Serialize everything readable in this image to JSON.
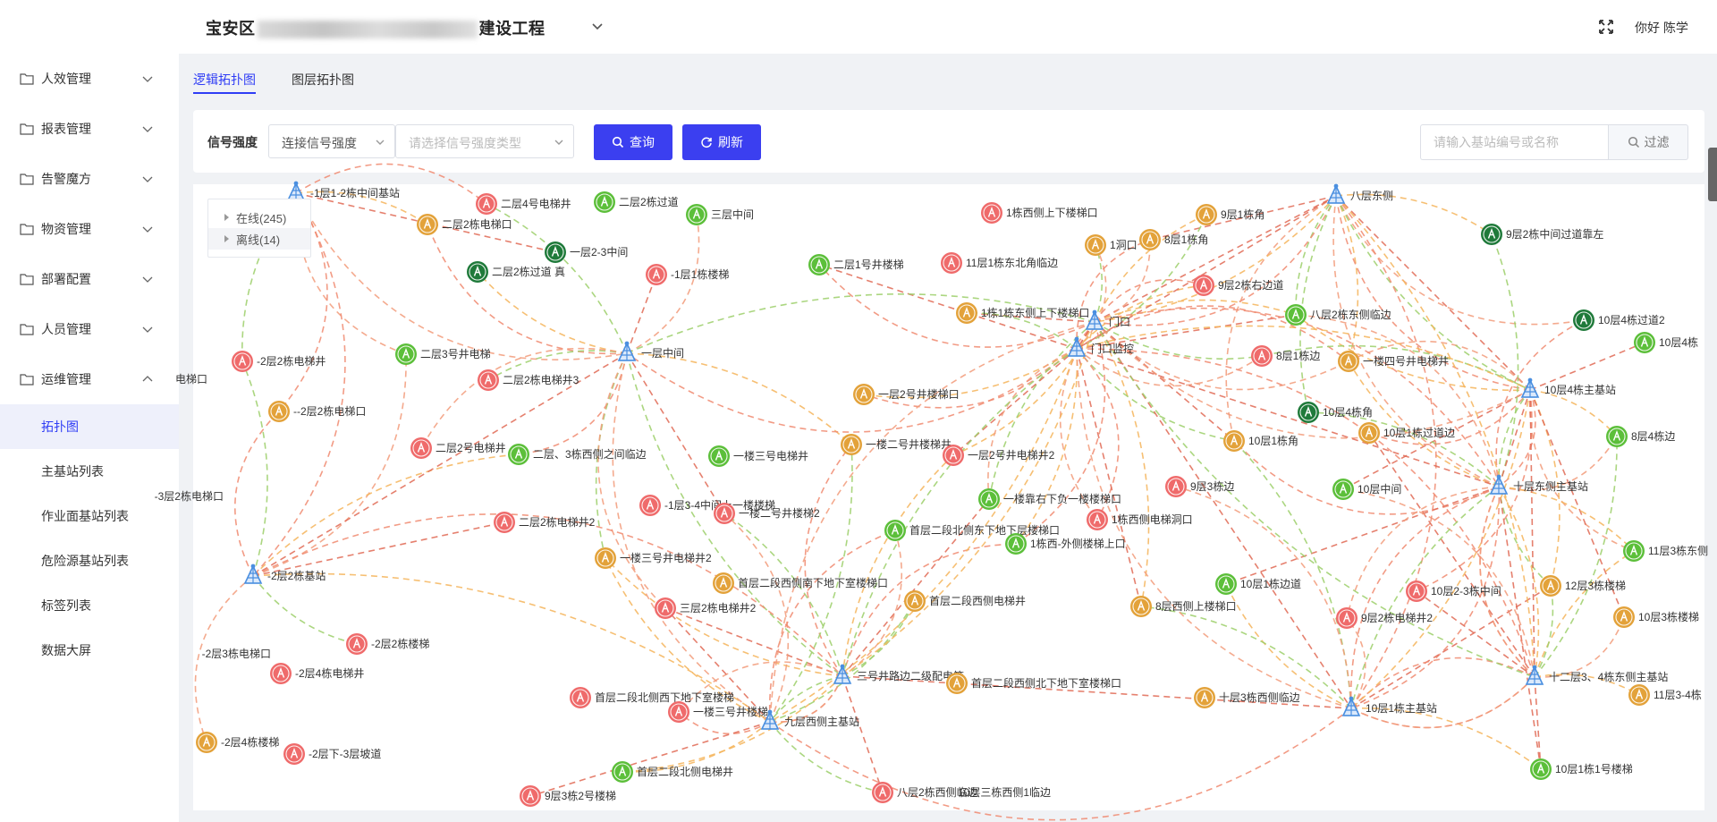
{
  "header": {
    "title_prefix": "宝安区",
    "title_suffix": "建设工程",
    "greeting": "你好 陈学"
  },
  "sidebar": {
    "items": [
      {
        "label": "人效管理",
        "expanded": false
      },
      {
        "label": "报表管理",
        "expanded": false
      },
      {
        "label": "告警魔方",
        "expanded": false
      },
      {
        "label": "物资管理",
        "expanded": false
      },
      {
        "label": "部署配置",
        "expanded": false
      },
      {
        "label": "人员管理",
        "expanded": false
      },
      {
        "label": "运维管理",
        "expanded": true
      }
    ],
    "subitems": [
      {
        "label": "拓扑图",
        "active": true
      },
      {
        "label": "主基站列表",
        "active": false
      },
      {
        "label": "作业面基站列表",
        "active": false
      },
      {
        "label": "危险源基站列表",
        "active": false
      },
      {
        "label": "标签列表",
        "active": false
      },
      {
        "label": "数据大屏",
        "active": false
      }
    ]
  },
  "tabs": [
    {
      "label": "逻辑拓扑图",
      "active": true
    },
    {
      "label": "图层拓扑图",
      "active": false
    }
  ],
  "toolbar": {
    "signal_label": "信号强度",
    "select_strength": "连接信号强度",
    "select_type_placeholder": "请选择信号强度类型",
    "query_label": "查询",
    "refresh_label": "刷新",
    "search_placeholder": "请输入基站编号或名称",
    "filter_label": "过滤"
  },
  "legend": {
    "online": "在线(245)",
    "offline": "离线(14)"
  },
  "colors": {
    "accent": "#3b3ff0",
    "red": "#ef6b6b",
    "orange": "#e3a23a",
    "green": "#5cbf3a",
    "dark_green": "#1f7a3a",
    "blue_station": "#4a8fe0"
  },
  "topology": {
    "nodes": [
      {
        "name": "-1层1-2栋中间基站",
        "kind": "hub"
      },
      {
        "name": "二层4号电梯井",
        "kind": "red"
      },
      {
        "name": "二层2栋过道",
        "kind": "green"
      },
      {
        "name": "三层中间",
        "kind": "green"
      },
      {
        "name": "二层2栋电梯口",
        "kind": "orange"
      },
      {
        "name": "一层2-3中间",
        "kind": "dark"
      },
      {
        "name": "二层2栋过道 真",
        "kind": "dark"
      },
      {
        "name": "-1层1栋楼梯",
        "kind": "red"
      },
      {
        "name": "二层1号井楼梯",
        "kind": "green"
      },
      {
        "name": "1栋西侧上下楼梯口",
        "kind": "red"
      },
      {
        "name": "9层1栋角",
        "kind": "orange"
      },
      {
        "name": "八层东侧",
        "kind": "hub"
      },
      {
        "name": "9层2栋中间过道靠左",
        "kind": "dark"
      },
      {
        "name": "1洞口",
        "kind": "orange"
      },
      {
        "name": "8层1栋角",
        "kind": "orange"
      },
      {
        "name": "11层1栋东北角临边",
        "kind": "red"
      },
      {
        "name": "9层2栋右边道",
        "kind": "red"
      },
      {
        "name": "八层2栋东侧临边",
        "kind": "green"
      },
      {
        "name": "10层4栋过道2",
        "kind": "dark"
      },
      {
        "name": "10层4栋",
        "kind": "green"
      },
      {
        "name": "1栋1栋东侧上下楼梯口",
        "kind": "orange"
      },
      {
        "name": "门口",
        "kind": "hub"
      },
      {
        "name": "8层1栋边",
        "kind": "red"
      },
      {
        "name": "一楼四号井电梯井",
        "kind": "orange"
      },
      {
        "name": "门口监控",
        "kind": "hub"
      },
      {
        "name": "-2层2栋电梯井",
        "kind": "red"
      },
      {
        "name": "二层3号井电梯",
        "kind": "green"
      },
      {
        "name": "二层2栋电梯井3",
        "kind": "red"
      },
      {
        "name": "一层中间",
        "kind": "hub"
      },
      {
        "name": "一层2号井楼梯口",
        "kind": "orange"
      },
      {
        "name": "10层4栋主基站",
        "kind": "hub"
      },
      {
        "name": "电梯口",
        "kind": "none"
      },
      {
        "name": "--2层2栋电梯口",
        "kind": "orange"
      },
      {
        "name": "10层4栋角",
        "kind": "dark"
      },
      {
        "name": "10层1栋过道边",
        "kind": "orange"
      },
      {
        "name": "8层4栋边",
        "kind": "green"
      },
      {
        "name": "二层2号电梯井",
        "kind": "red"
      },
      {
        "name": "二层、3栋西侧之间临边",
        "kind": "green"
      },
      {
        "name": "一楼三号电梯井",
        "kind": "green"
      },
      {
        "name": "一楼二号井楼梯井",
        "kind": "orange"
      },
      {
        "name": "一层2号井电梯井2",
        "kind": "red"
      },
      {
        "name": "10层1栋角",
        "kind": "orange"
      },
      {
        "name": "9层3栋边",
        "kind": "red"
      },
      {
        "name": "10层中间",
        "kind": "green"
      },
      {
        "name": "十层东侧主基站",
        "kind": "hub"
      },
      {
        "name": "-3层2栋电梯口",
        "kind": "none"
      },
      {
        "name": "一楼靠右下负一楼楼梯口",
        "kind": "green"
      },
      {
        "name": "-1层3-4中间上一楼楼梯",
        "kind": "red"
      },
      {
        "name": "一楼二号井楼梯2",
        "kind": "red"
      },
      {
        "name": "1栋西侧电梯洞口",
        "kind": "red"
      },
      {
        "name": "二层2栋电梯井2",
        "kind": "red"
      },
      {
        "name": "首层二段北侧东下地下层楼梯口",
        "kind": "green"
      },
      {
        "name": "1栋西-外侧楼梯上口",
        "kind": "green"
      },
      {
        "name": "11层3栋东侧",
        "kind": "green"
      },
      {
        "name": "-2层2栋基站",
        "kind": "hub"
      },
      {
        "name": "一楼三号井电梯井2",
        "kind": "orange"
      },
      {
        "name": "首层二段西侧南下地下室楼梯口",
        "kind": "orange"
      },
      {
        "name": "10层1栋边道",
        "kind": "green"
      },
      {
        "name": "10层2-3栋中间",
        "kind": "red"
      },
      {
        "name": "12层3栋楼梯",
        "kind": "orange"
      },
      {
        "name": "三层2栋电梯井2",
        "kind": "red"
      },
      {
        "name": "首层二段西侧电梯井",
        "kind": "orange"
      },
      {
        "name": "8层西侧上楼梯口",
        "kind": "orange"
      },
      {
        "name": "9层2栋电梯井2",
        "kind": "red"
      },
      {
        "name": "10层3栋楼梯",
        "kind": "orange"
      },
      {
        "name": "-2层2栋楼梯",
        "kind": "red"
      },
      {
        "name": "-2层3栋电梯口",
        "kind": "none"
      },
      {
        "name": "三号井路边二级配电箱",
        "kind": "hub"
      },
      {
        "name": "首层二段西侧北下地下室楼梯口",
        "kind": "orange"
      },
      {
        "name": "-2层4栋电梯井",
        "kind": "red"
      },
      {
        "name": "十层3栋西侧临边",
        "kind": "orange"
      },
      {
        "name": "10层1栋主基站",
        "kind": "hub"
      },
      {
        "name": "十二层3、4栋东侧主基站",
        "kind": "hub"
      },
      {
        "name": "11层3-4栋",
        "kind": "orange"
      },
      {
        "name": "首层二段北侧西下地下室楼梯",
        "kind": "red"
      },
      {
        "name": "一楼三号井楼梯",
        "kind": "red"
      },
      {
        "name": "九层西侧主基站",
        "kind": "hub"
      },
      {
        "name": "-2层4栋楼梯",
        "kind": "orange"
      },
      {
        "name": "-2层下-3层坡道",
        "kind": "red"
      },
      {
        "name": "首层二段北侧电梯井",
        "kind": "green"
      },
      {
        "name": "10层1栋1号楼梯",
        "kind": "green"
      },
      {
        "name": "9层3栋2号楼梯",
        "kind": "red"
      },
      {
        "name": "八层2栋西侧临边",
        "kind": "red"
      },
      {
        "name": "10层三栋西侧1临边",
        "kind": "none"
      }
    ]
  }
}
